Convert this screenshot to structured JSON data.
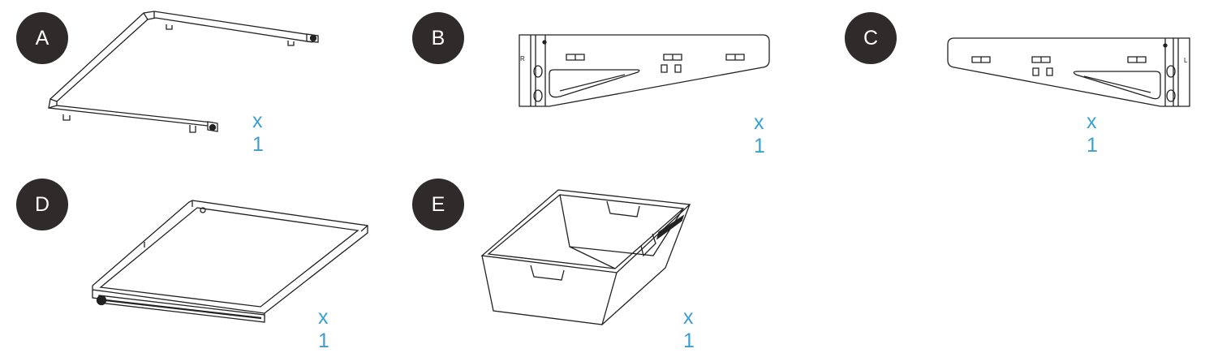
{
  "parts": [
    {
      "label": "A",
      "quantity": "x 1",
      "drawing": "u-frame-rail"
    },
    {
      "label": "B",
      "quantity": "x 1",
      "drawing": "right-side-bracket"
    },
    {
      "label": "C",
      "quantity": "x 1",
      "drawing": "left-side-bracket"
    },
    {
      "label": "D",
      "quantity": "x 1",
      "drawing": "drawer-tray-frame"
    },
    {
      "label": "E",
      "quantity": "x 1",
      "drawing": "mesh-basket"
    }
  ],
  "bracket_marks": {
    "B": "R",
    "C": "L"
  },
  "colors": {
    "badge": "#2f2b2b",
    "badge_text": "#ffffff",
    "quantity_text": "#3b9fd0",
    "line": "#222222"
  }
}
